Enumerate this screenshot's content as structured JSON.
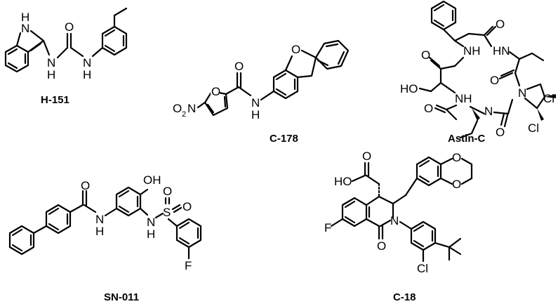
{
  "compounds": [
    {
      "name": "H-151",
      "atoms": {
        "nh1": "H",
        "nh1n": "N",
        "nh2": "N",
        "nh2h": "H",
        "nh3": "N",
        "nh3h": "H",
        "o": "O"
      }
    },
    {
      "name": "C-178",
      "atoms": {
        "o_furan": "O",
        "o_dbf": "O",
        "o_amide": "O",
        "nh": "N",
        "nhh": "H",
        "no2": "O",
        "no2_sub": "2",
        "no2_n": "N"
      }
    },
    {
      "name": "Astin-C",
      "atoms": {
        "o1": "O",
        "o2": "O",
        "o3": "O",
        "o4": "O",
        "ho": "HO",
        "nh1": "NH",
        "nh2": "HN",
        "nh3": "NH",
        "nh4": "N",
        "n_pro": "N",
        "cl1": "Cl",
        "cl2": "Cl"
      }
    },
    {
      "name": "SN-011",
      "atoms": {
        "oh": "OH",
        "o_amide": "O",
        "nh1": "N",
        "nh1h": "H",
        "nh2": "N",
        "nh2h": "H",
        "s": "S",
        "so1": "O",
        "so2": "O",
        "f": "F"
      }
    },
    {
      "name": "C-18",
      "atoms": {
        "ho": "HO",
        "o_acid": "O",
        "o1": "O",
        "o2": "O",
        "o_lactam": "O",
        "n": "N",
        "f": "F",
        "cl": "Cl"
      }
    }
  ]
}
